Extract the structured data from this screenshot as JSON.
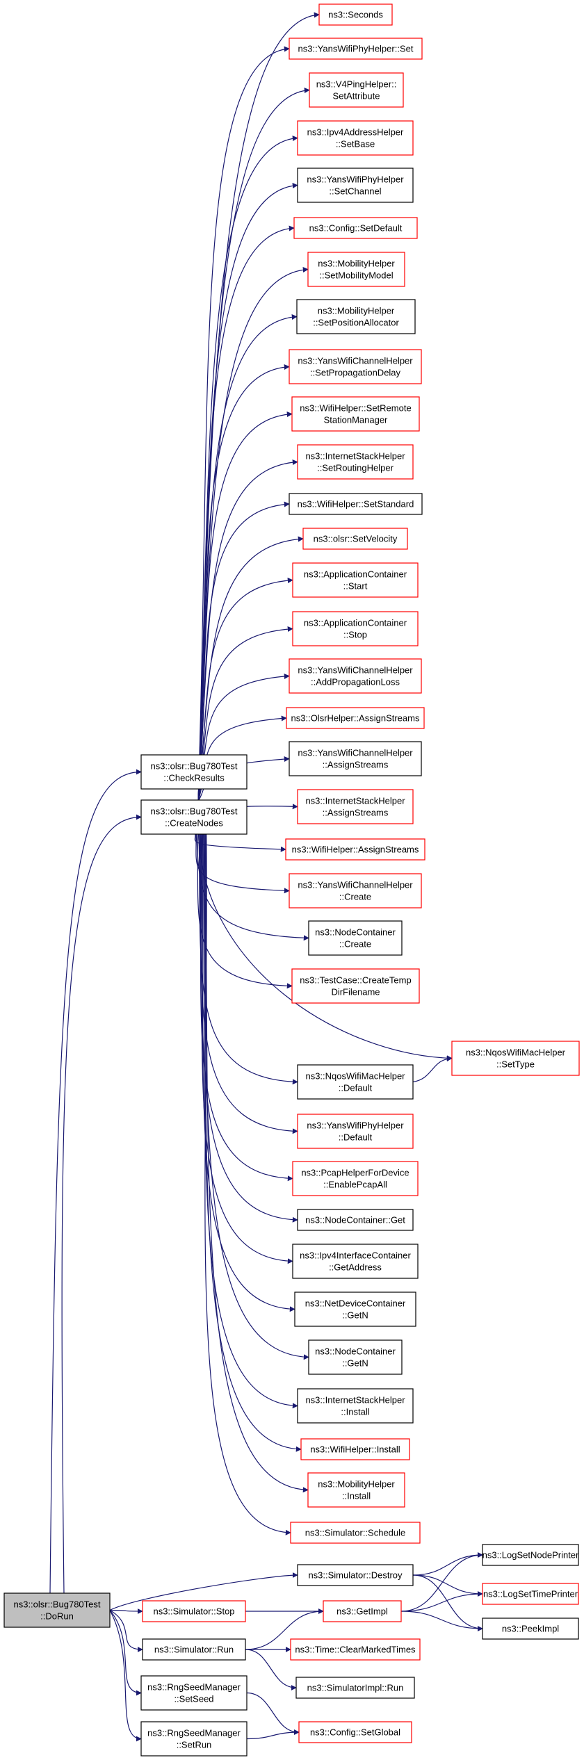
{
  "graph": {
    "edge_color": "#191970",
    "link_border_color": "#ff0000",
    "plain_border_color": "#000000",
    "root_fill_color": "#bfbfbf",
    "nodes": [
      {
        "id": "seconds",
        "lines": [
          "ns3::Seconds"
        ],
        "style": "red"
      },
      {
        "id": "yans-phy-set",
        "lines": [
          "ns3::YansWifiPhyHelper::Set"
        ],
        "style": "red"
      },
      {
        "id": "v4ping-setattr",
        "lines": [
          "ns3::V4PingHelper::",
          "SetAttribute"
        ],
        "style": "red"
      },
      {
        "id": "ipv4addr-setbase",
        "lines": [
          "ns3::Ipv4AddressHelper",
          "::SetBase"
        ],
        "style": "red"
      },
      {
        "id": "yans-phy-setchannel",
        "lines": [
          "ns3::YansWifiPhyHelper",
          "::SetChannel"
        ],
        "style": "black"
      },
      {
        "id": "config-setdefault",
        "lines": [
          "ns3::Config::SetDefault"
        ],
        "style": "red"
      },
      {
        "id": "mobility-setmodel",
        "lines": [
          "ns3::MobilityHelper",
          "::SetMobilityModel"
        ],
        "style": "red"
      },
      {
        "id": "mobility-setpos",
        "lines": [
          "ns3::MobilityHelper",
          "::SetPositionAllocator"
        ],
        "style": "black"
      },
      {
        "id": "yanschan-setprop",
        "lines": [
          "ns3::YansWifiChannelHelper",
          "::SetPropagationDelay"
        ],
        "style": "red"
      },
      {
        "id": "wifi-setremote",
        "lines": [
          "ns3::WifiHelper::SetRemote",
          "StationManager"
        ],
        "style": "red"
      },
      {
        "id": "inetstack-setrouting",
        "lines": [
          "ns3::InternetStackHelper",
          "::SetRoutingHelper"
        ],
        "style": "red"
      },
      {
        "id": "wifi-setstandard",
        "lines": [
          "ns3::WifiHelper::SetStandard"
        ],
        "style": "black"
      },
      {
        "id": "olsr-setvelocity",
        "lines": [
          "ns3::olsr::SetVelocity"
        ],
        "style": "red"
      },
      {
        "id": "appcont-start",
        "lines": [
          "ns3::ApplicationContainer",
          "::Start"
        ],
        "style": "red"
      },
      {
        "id": "appcont-stop",
        "lines": [
          "ns3::ApplicationContainer",
          "::Stop"
        ],
        "style": "red"
      },
      {
        "id": "yanschan-addprop",
        "lines": [
          "ns3::YansWifiChannelHelper",
          "::AddPropagationLoss"
        ],
        "style": "red"
      },
      {
        "id": "olsrhelper-assign",
        "lines": [
          "ns3::OlsrHelper::AssignStreams"
        ],
        "style": "red"
      },
      {
        "id": "yanschan-assign",
        "lines": [
          "ns3::YansWifiChannelHelper",
          "::AssignStreams"
        ],
        "style": "black"
      },
      {
        "id": "inetstack-assign",
        "lines": [
          "ns3::InternetStackHelper",
          "::AssignStreams"
        ],
        "style": "red"
      },
      {
        "id": "wifi-assign",
        "lines": [
          "ns3::WifiHelper::AssignStreams"
        ],
        "style": "red"
      },
      {
        "id": "yanschan-create",
        "lines": [
          "ns3::YansWifiChannelHelper",
          "::Create"
        ],
        "style": "red"
      },
      {
        "id": "nodecont-create",
        "lines": [
          "ns3::NodeContainer",
          "::Create"
        ],
        "style": "black"
      },
      {
        "id": "testcase-createtemp",
        "lines": [
          "ns3::TestCase::CreateTemp",
          "DirFilename"
        ],
        "style": "red"
      },
      {
        "id": "nqos-settype",
        "lines": [
          "ns3::NqosWifiMacHelper",
          "::SetType"
        ],
        "style": "red"
      },
      {
        "id": "nqos-default",
        "lines": [
          "ns3::NqosWifiMacHelper",
          "::Default"
        ],
        "style": "black"
      },
      {
        "id": "yans-phy-default",
        "lines": [
          "ns3::YansWifiPhyHelper",
          "::Default"
        ],
        "style": "red"
      },
      {
        "id": "pcap-enableall",
        "lines": [
          "ns3::PcapHelperForDevice",
          "::EnablePcapAll"
        ],
        "style": "red"
      },
      {
        "id": "nodecont-get",
        "lines": [
          "ns3::NodeContainer::Get"
        ],
        "style": "black"
      },
      {
        "id": "ipv4if-getaddr",
        "lines": [
          "ns3::Ipv4InterfaceContainer",
          "::GetAddress"
        ],
        "style": "black"
      },
      {
        "id": "netdev-getn",
        "lines": [
          "ns3::NetDeviceContainer",
          "::GetN"
        ],
        "style": "black"
      },
      {
        "id": "nodecont-getn",
        "lines": [
          "ns3::NodeContainer",
          "::GetN"
        ],
        "style": "black"
      },
      {
        "id": "inetstack-install",
        "lines": [
          "ns3::InternetStackHelper",
          "::Install"
        ],
        "style": "black"
      },
      {
        "id": "wifi-install",
        "lines": [
          "ns3::WifiHelper::Install"
        ],
        "style": "red"
      },
      {
        "id": "mobility-install",
        "lines": [
          "ns3::MobilityHelper",
          "::Install"
        ],
        "style": "red"
      },
      {
        "id": "sim-schedule",
        "lines": [
          "ns3::Simulator::Schedule"
        ],
        "style": "red"
      },
      {
        "id": "bug780-checkresults",
        "lines": [
          "ns3::olsr::Bug780Test",
          "::CheckResults"
        ],
        "style": "black"
      },
      {
        "id": "bug780-createnodes",
        "lines": [
          "ns3::olsr::Bug780Test",
          "::CreateNodes"
        ],
        "style": "black"
      },
      {
        "id": "sim-destroy",
        "lines": [
          "ns3::Simulator::Destroy"
        ],
        "style": "black"
      },
      {
        "id": "logset-node",
        "lines": [
          "ns3::LogSetNodePrinter"
        ],
        "style": "black"
      },
      {
        "id": "logset-time",
        "lines": [
          "ns3::LogSetTimePrinter"
        ],
        "style": "red"
      },
      {
        "id": "getimpl",
        "lines": [
          "ns3::GetImpl"
        ],
        "style": "red"
      },
      {
        "id": "peekimpl",
        "lines": [
          "ns3::PeekImpl"
        ],
        "style": "black"
      },
      {
        "id": "bug780-dorun",
        "lines": [
          "ns3::olsr::Bug780Test",
          "::DoRun"
        ],
        "style": "root"
      },
      {
        "id": "sim-stop",
        "lines": [
          "ns3::Simulator::Stop"
        ],
        "style": "red"
      },
      {
        "id": "sim-run",
        "lines": [
          "ns3::Simulator::Run"
        ],
        "style": "black"
      },
      {
        "id": "time-clearmarked",
        "lines": [
          "ns3::Time::ClearMarkedTimes"
        ],
        "style": "red"
      },
      {
        "id": "simimpl-run",
        "lines": [
          "ns3::SimulatorImpl::Run"
        ],
        "style": "black"
      },
      {
        "id": "rng-setseed",
        "lines": [
          "ns3::RngSeedManager",
          "::SetSeed"
        ],
        "style": "black"
      },
      {
        "id": "config-setglobal",
        "lines": [
          "ns3::Config::SetGlobal"
        ],
        "style": "red"
      },
      {
        "id": "rng-setrun",
        "lines": [
          "ns3::RngSeedManager",
          "::SetRun"
        ],
        "style": "black"
      }
    ],
    "edges": [
      [
        "bug780-createnodes",
        "seconds"
      ],
      [
        "bug780-createnodes",
        "yans-phy-set"
      ],
      [
        "bug780-createnodes",
        "v4ping-setattr"
      ],
      [
        "bug780-createnodes",
        "ipv4addr-setbase"
      ],
      [
        "bug780-createnodes",
        "yans-phy-setchannel"
      ],
      [
        "bug780-createnodes",
        "config-setdefault"
      ],
      [
        "bug780-createnodes",
        "mobility-setmodel"
      ],
      [
        "bug780-createnodes",
        "mobility-setpos"
      ],
      [
        "bug780-createnodes",
        "yanschan-setprop"
      ],
      [
        "bug780-createnodes",
        "wifi-setremote"
      ],
      [
        "bug780-createnodes",
        "inetstack-setrouting"
      ],
      [
        "bug780-createnodes",
        "wifi-setstandard"
      ],
      [
        "bug780-createnodes",
        "olsr-setvelocity"
      ],
      [
        "bug780-createnodes",
        "appcont-start"
      ],
      [
        "bug780-createnodes",
        "appcont-stop"
      ],
      [
        "bug780-createnodes",
        "yanschan-addprop"
      ],
      [
        "bug780-createnodes",
        "olsrhelper-assign"
      ],
      [
        "bug780-createnodes",
        "yanschan-assign"
      ],
      [
        "bug780-createnodes",
        "inetstack-assign"
      ],
      [
        "bug780-createnodes",
        "wifi-assign"
      ],
      [
        "bug780-createnodes",
        "yanschan-create"
      ],
      [
        "bug780-createnodes",
        "nodecont-create"
      ],
      [
        "bug780-createnodes",
        "testcase-createtemp"
      ],
      [
        "bug780-createnodes",
        "nqos-settype"
      ],
      [
        "bug780-createnodes",
        "nqos-default"
      ],
      [
        "bug780-createnodes",
        "yans-phy-default"
      ],
      [
        "bug780-createnodes",
        "pcap-enableall"
      ],
      [
        "bug780-createnodes",
        "nodecont-get"
      ],
      [
        "bug780-createnodes",
        "ipv4if-getaddr"
      ],
      [
        "bug780-createnodes",
        "netdev-getn"
      ],
      [
        "bug780-createnodes",
        "nodecont-getn"
      ],
      [
        "bug780-createnodes",
        "inetstack-install"
      ],
      [
        "bug780-createnodes",
        "wifi-install"
      ],
      [
        "bug780-createnodes",
        "mobility-install"
      ],
      [
        "bug780-createnodes",
        "sim-schedule"
      ],
      [
        "nqos-default",
        "nqos-settype"
      ],
      [
        "bug780-dorun",
        "bug780-checkresults"
      ],
      [
        "bug780-dorun",
        "bug780-createnodes"
      ],
      [
        "bug780-dorun",
        "sim-destroy"
      ],
      [
        "bug780-dorun",
        "sim-stop"
      ],
      [
        "bug780-dorun",
        "sim-run"
      ],
      [
        "bug780-dorun",
        "rng-setseed"
      ],
      [
        "bug780-dorun",
        "rng-setrun"
      ],
      [
        "sim-destroy",
        "logset-node"
      ],
      [
        "sim-destroy",
        "logset-time"
      ],
      [
        "sim-destroy",
        "peekimpl"
      ],
      [
        "sim-stop",
        "getimpl"
      ],
      [
        "getimpl",
        "logset-node"
      ],
      [
        "getimpl",
        "logset-time"
      ],
      [
        "getimpl",
        "peekimpl"
      ],
      [
        "sim-run",
        "getimpl"
      ],
      [
        "sim-run",
        "time-clearmarked"
      ],
      [
        "sim-run",
        "simimpl-run"
      ],
      [
        "rng-setseed",
        "config-setglobal"
      ],
      [
        "rng-setrun",
        "config-setglobal"
      ]
    ]
  }
}
